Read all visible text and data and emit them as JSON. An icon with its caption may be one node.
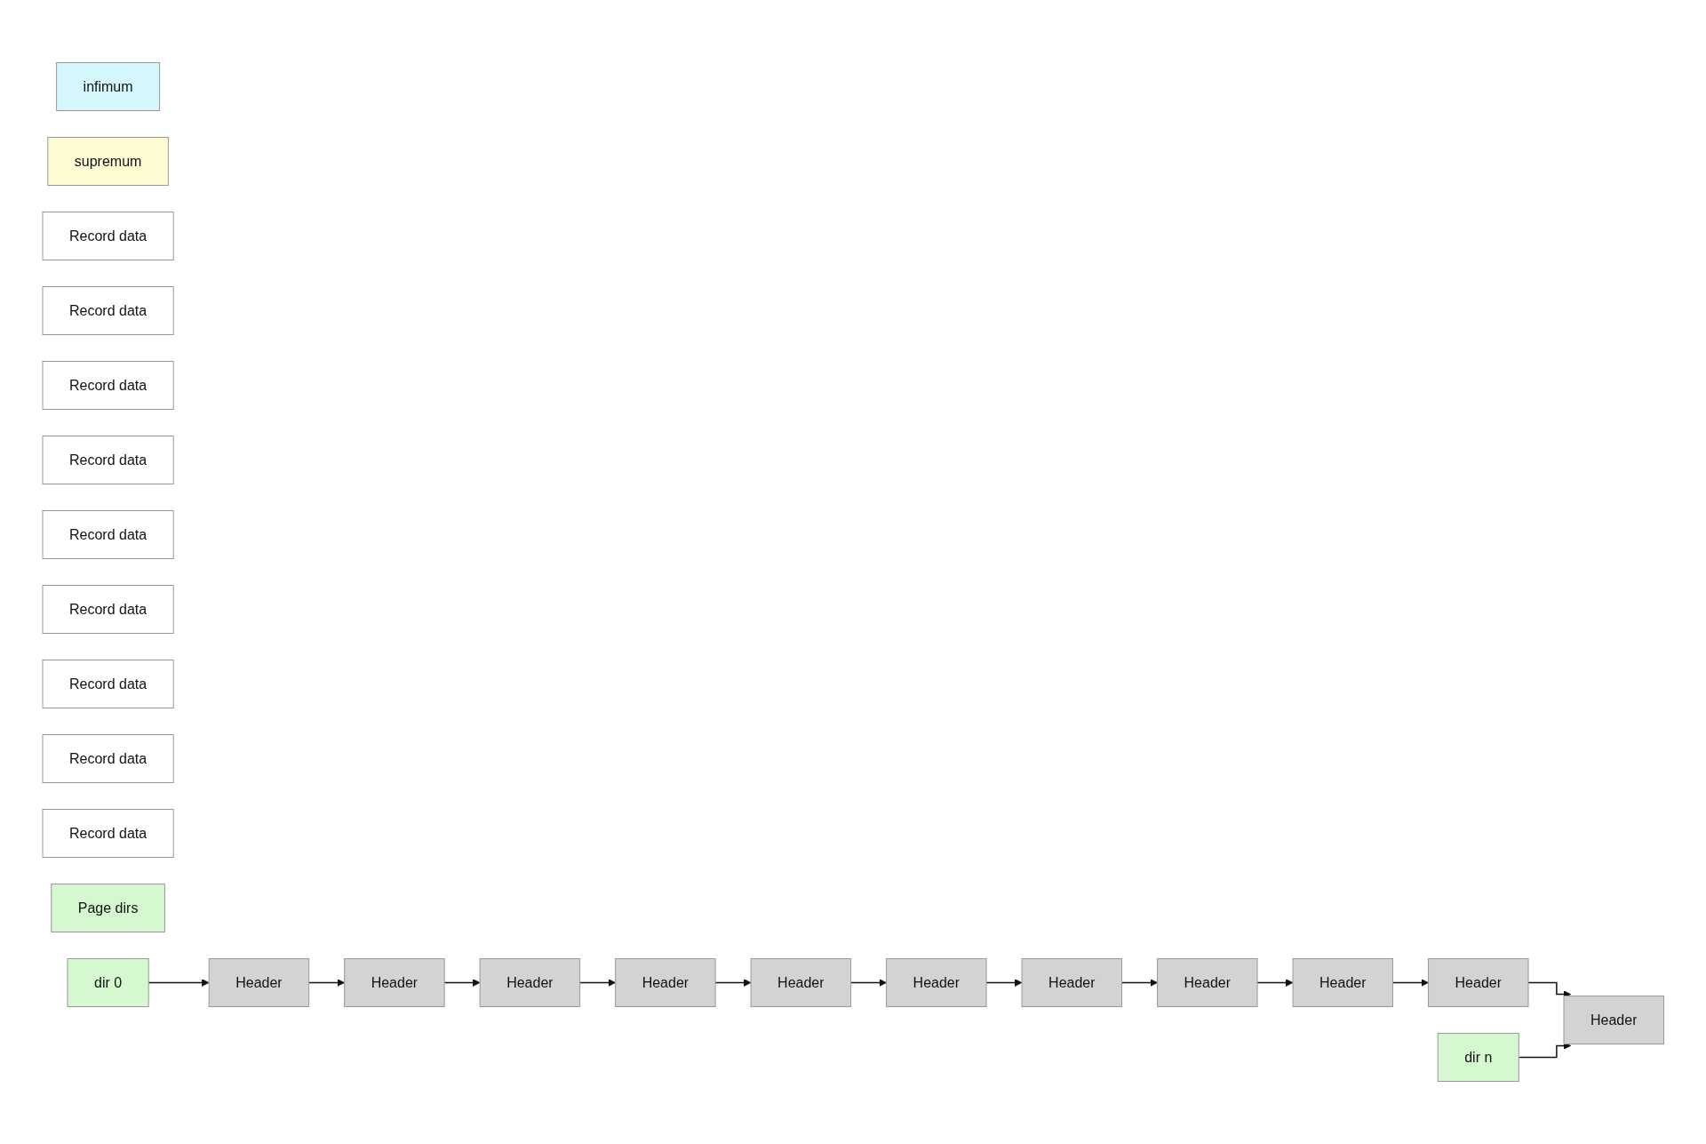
{
  "diagram": {
    "nodes": [
      {
        "text": [
          "Header"
        ]
      },
      {
        "text": [
          "infimum"
        ]
      },
      {
        "text": [
          "Header"
        ]
      },
      {
        "text": [
          "supremum"
        ]
      },
      {
        "text": [
          "Header"
        ]
      },
      {
        "text": [
          "Record data"
        ]
      },
      {
        "text": [
          "Header"
        ]
      },
      {
        "text": [
          "Record data"
        ]
      },
      {
        "text": [
          "Header"
        ]
      },
      {
        "text": [
          "Record data"
        ]
      },
      {
        "text": [
          "Header"
        ]
      },
      {
        "text": [
          "Record data"
        ]
      },
      {
        "text": [
          "Header"
        ]
      },
      {
        "text": [
          "Record data"
        ]
      },
      {
        "text": [
          "Header"
        ]
      },
      {
        "text": [
          "Record data"
        ]
      },
      {
        "text": [
          "Header"
        ]
      },
      {
        "text": [
          "Record data"
        ]
      },
      {
        "text": [
          "Header"
        ]
      },
      {
        "text": [
          "Record data"
        ]
      },
      {
        "text": [
          "Header"
        ]
      },
      {
        "text": [
          "Record data"
        ]
      },
      {
        "text": [
          "dir n"
        ]
      },
      {
        "text": [
          "Page dirs"
        ]
      },
      {
        "text": [
          "dir 0"
        ]
      }
    ],
    "edges": [
      {
        "from": 0,
        "to": 4,
        "arrow": "to"
      },
      {
        "from": 4,
        "to": 6,
        "arrow": "to"
      },
      {
        "from": 6,
        "to": 8,
        "arrow": "to"
      },
      {
        "from": 8,
        "to": 10,
        "arrow": "to"
      },
      {
        "from": 10,
        "to": 12,
        "arrow": "to"
      },
      {
        "from": 12,
        "to": 14,
        "arrow": "to"
      },
      {
        "from": 14,
        "to": 16,
        "arrow": "to"
      },
      {
        "from": 16,
        "to": 18,
        "arrow": "to"
      },
      {
        "from": 18,
        "to": 20,
        "arrow": "to"
      },
      {
        "from": 20,
        "to": 2,
        "arrow": "to"
      },
      {
        "from": 24,
        "to": 0,
        "arrow": "to"
      },
      {
        "from": 22,
        "to": 2,
        "arrow": "to"
      }
    ]
  }
}
